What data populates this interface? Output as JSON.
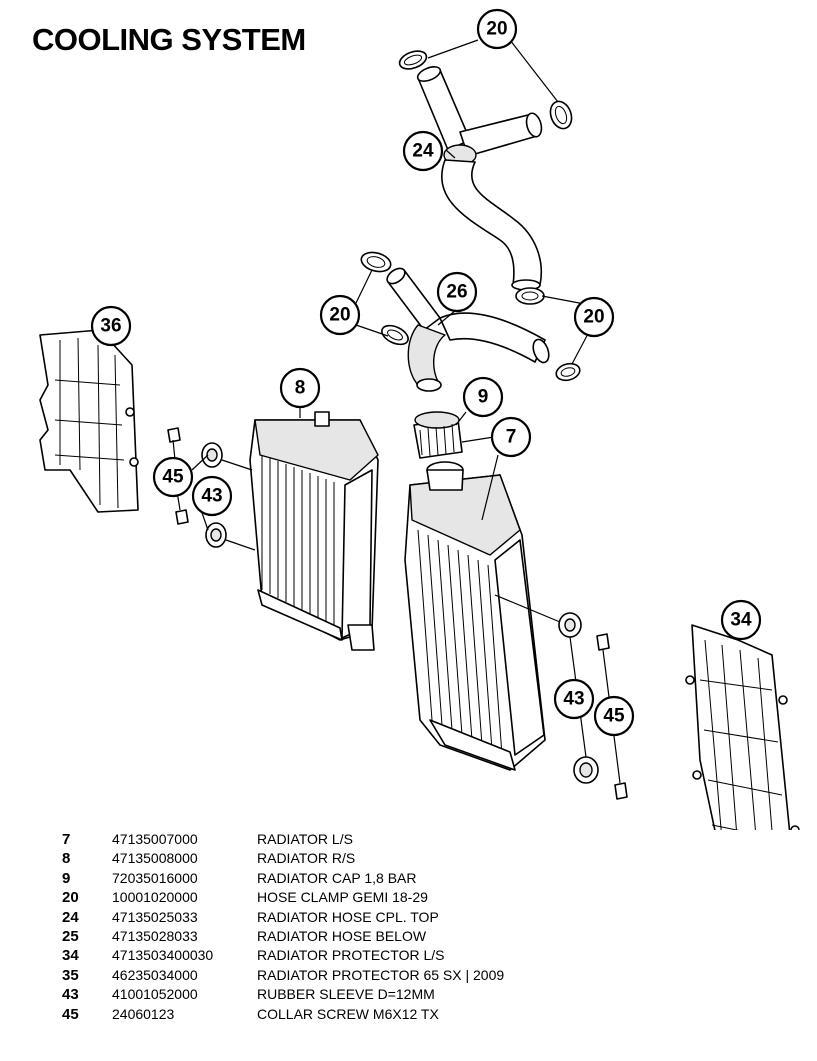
{
  "title": "COOLING SYSTEM",
  "callouts": [
    {
      "id": "c20a",
      "label": "20"
    },
    {
      "id": "c24",
      "label": "24"
    },
    {
      "id": "c26",
      "label": "26"
    },
    {
      "id": "c20b",
      "label": "20"
    },
    {
      "id": "c20c",
      "label": "20"
    },
    {
      "id": "c36",
      "label": "36"
    },
    {
      "id": "c8",
      "label": "8"
    },
    {
      "id": "c9",
      "label": "9"
    },
    {
      "id": "c7",
      "label": "7"
    },
    {
      "id": "c45a",
      "label": "45"
    },
    {
      "id": "c43a",
      "label": "43"
    },
    {
      "id": "c34",
      "label": "34"
    },
    {
      "id": "c43b",
      "label": "43"
    },
    {
      "id": "c45b",
      "label": "45"
    }
  ],
  "parts": [
    {
      "pos": "7",
      "number": "47135007000",
      "description": "RADIATOR L/S"
    },
    {
      "pos": "8",
      "number": "47135008000",
      "description": "RADIATOR R/S"
    },
    {
      "pos": "9",
      "number": "72035016000",
      "description": "RADIATOR CAP 1,8 BAR"
    },
    {
      "pos": "20",
      "number": "10001020000",
      "description": "HOSE CLAMP GEMI 18-29"
    },
    {
      "pos": "24",
      "number": "47135025033",
      "description": "RADIATOR HOSE CPL. TOP"
    },
    {
      "pos": "25",
      "number": "47135028033",
      "description": "RADIATOR HOSE BELOW"
    },
    {
      "pos": "34",
      "number": "4713503400030",
      "description": "RADIATOR PROTECTOR L/S"
    },
    {
      "pos": "35",
      "number": "46235034000",
      "description": "RADIATOR PROTECTOR 65 SX | 2009"
    },
    {
      "pos": "43",
      "number": "41001052000",
      "description": "RUBBER SLEEVE D=12MM"
    },
    {
      "pos": "45",
      "number": "24060123",
      "description": "COLLAR SCREW M6X12 TX"
    }
  ]
}
